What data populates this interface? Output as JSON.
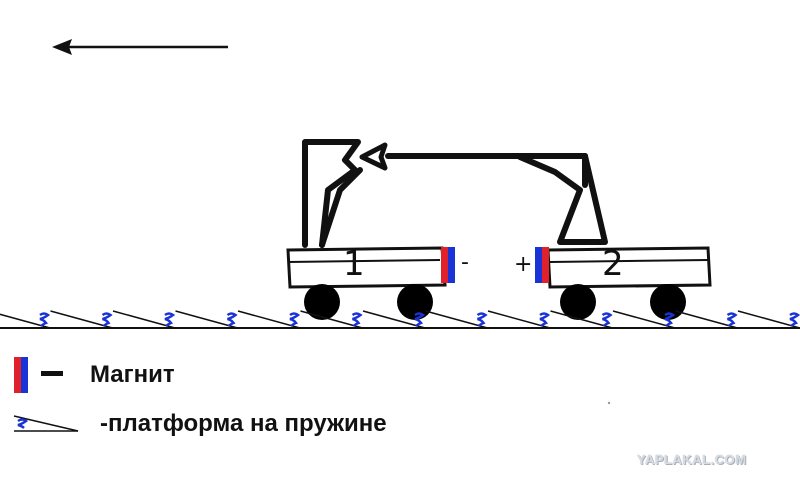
{
  "diagram": {
    "car1_number": "1",
    "car2_number": "2",
    "magnet1_sign": "-",
    "magnet2_sign": "+"
  },
  "legend": {
    "magnet_label": "Магнит",
    "spring_platform_label": "-платформа на пружине"
  },
  "watermark": "YAPLAKAL.COM",
  "colors": {
    "magnet_red": "#e0202a",
    "magnet_blue": "#1a33d6",
    "spring_blue": "#1a33d6",
    "ink": "#111111"
  }
}
